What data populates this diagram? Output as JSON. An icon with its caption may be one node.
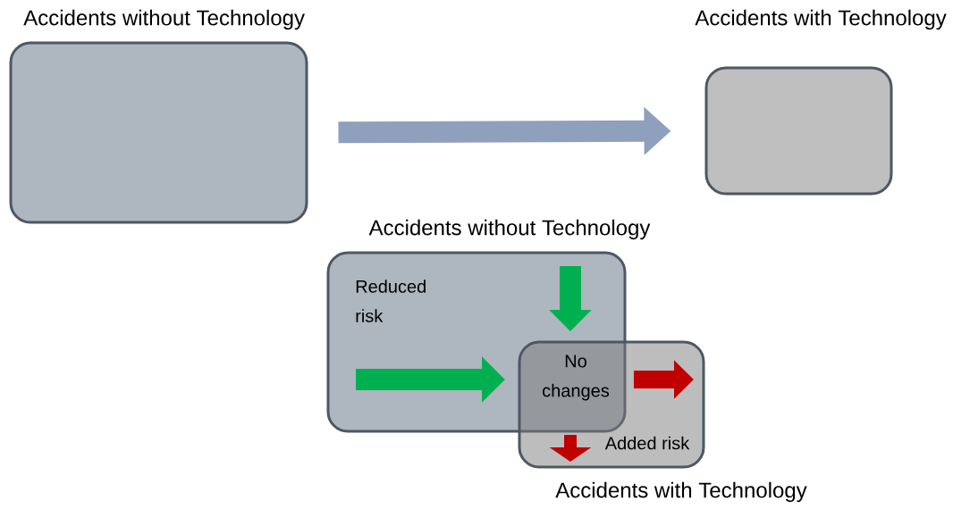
{
  "diagram": {
    "nodes": [
      {
        "text": [
          "Accidents without Technology"
        ]
      },
      {
        "text": [
          "Accidents with Technology"
        ]
      },
      {
        "text": [
          "Accidents without Technology",
          "Reduced risk"
        ]
      },
      {
        "text": [
          "Added risk",
          "Accidents with Technology"
        ]
      }
    ],
    "edges": [
      {
        "from": 0,
        "to": 1,
        "arrow": "to"
      }
    ],
    "labels": [
      "No changes"
    ]
  }
}
